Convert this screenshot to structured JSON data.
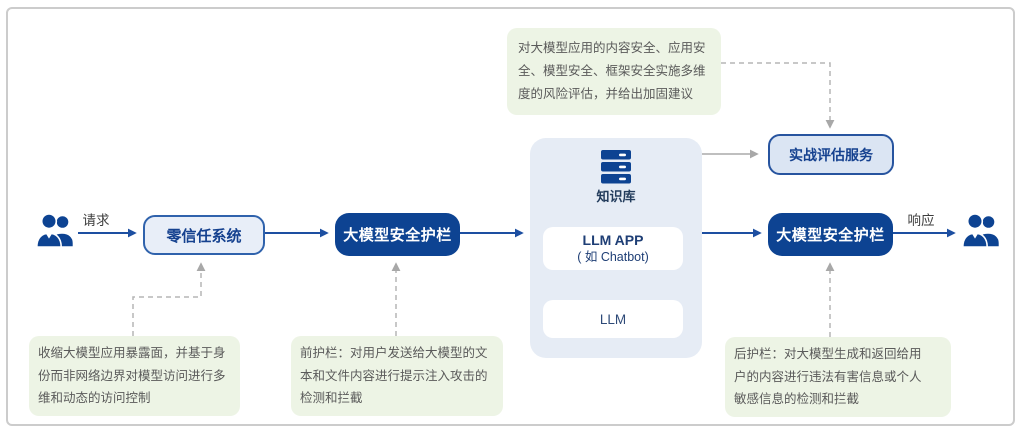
{
  "flow": {
    "request_label": "请求",
    "response_label": "响应",
    "zero_trust_label": "零信任系统",
    "guardrail_in_label": "大模型安全护栏",
    "guardrail_out_label": "大模型安全护栏",
    "evaluation_label": "实战评估服务"
  },
  "llm_stack": {
    "knowledge_base_label": "知识库",
    "llm_app_line1": "LLM APP",
    "llm_app_line2": "( 如 Chatbot)",
    "llm_label": "LLM"
  },
  "notes": {
    "evaluation": "对大模型应用的内容安全、应用安\n全、模型安全、框架安全实施多维\n度的风险评估，并给出加固建议",
    "zero_trust": "收缩大模型应用暴露面，并基于身\n份而非网络边界对模型访问进行多\n维和动态的访问控制",
    "front_guardrail": "前护栏：对用户发送给大模型的文\n本和文件内容进行提示注入攻击的\n检测和拦截",
    "rear_guardrail": "后护栏：对大模型生成和返回给用\n户的内容进行违法有害信息或个人\n敏感信息的检测和拦截"
  },
  "icons": {
    "left_user": "user-icon",
    "right_user": "user-icon",
    "knowledge_base": "database-icon"
  },
  "colors": {
    "primary_blue": "#0d4392",
    "flow_line_blue": "#1d4fa1",
    "node_fill_light": "#e8eef8",
    "node_border_blue": "#2f62ac",
    "evaluation_fill": "#dbe5f3",
    "container_fill": "#e6ecf5",
    "note_fill": "#edf4e5",
    "note_text": "#5a5a5a",
    "gray_line": "#b0b0b0"
  }
}
